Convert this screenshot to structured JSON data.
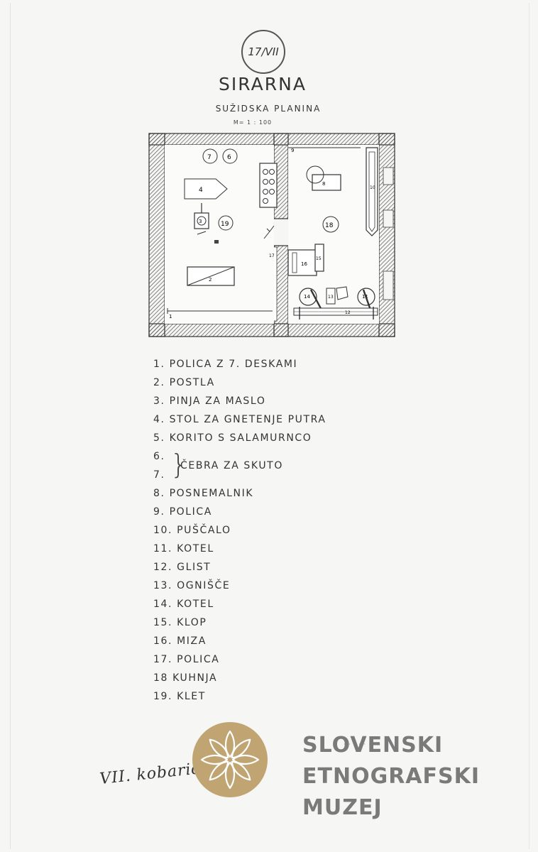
{
  "catalog_number": "17/VII",
  "title": "SIRARNA",
  "subtitle": "SUŽIDSKA PLANINA",
  "scale": "M= 1 : 100",
  "plan_labels": {
    "l1": "1",
    "l2": "2",
    "l3": "3",
    "l4": "4",
    "l6": "6",
    "l7": "7",
    "l8": "8",
    "l9": "9",
    "l10": "10",
    "l11": "11",
    "l12": "12",
    "l13": "13",
    "l14": "14",
    "l15": "15",
    "l16": "16",
    "l17": "17",
    "l18": "18",
    "l19": "19"
  },
  "legend": {
    "item1": "1. POLICA Z 7. DESKAMI",
    "item2": "2. POSTLA",
    "item3": "3. PINJA ZA MASLO",
    "item4": "4. STOL ZA GNETENJE PUTRA",
    "item5": "5. KORITO S SALAMURNCO",
    "item6": "6.",
    "item7": "7.",
    "brace_text": "ČEBRA ZA SKUTO",
    "item8": "8. POSNEMALNIK",
    "item9": "9. POLICA",
    "item10": "10. PUŠČALO",
    "item11": "11. KOTEL",
    "item12": "12. GLIST",
    "item13": "13. OGNIŠČE",
    "item14": "14. KOTEL",
    "item15": "15. KLOP",
    "item16": "16. MIZA",
    "item17": "17. POLICA",
    "item18": "18 KUHNJA",
    "item19": "19. KLET"
  },
  "signature": "VII. kobarid 1951",
  "logo": {
    "line1": "SLOVENSKI",
    "line2": "ETNOGRAFSKI",
    "line3": "MUZEJ",
    "color": "#c0a472"
  }
}
